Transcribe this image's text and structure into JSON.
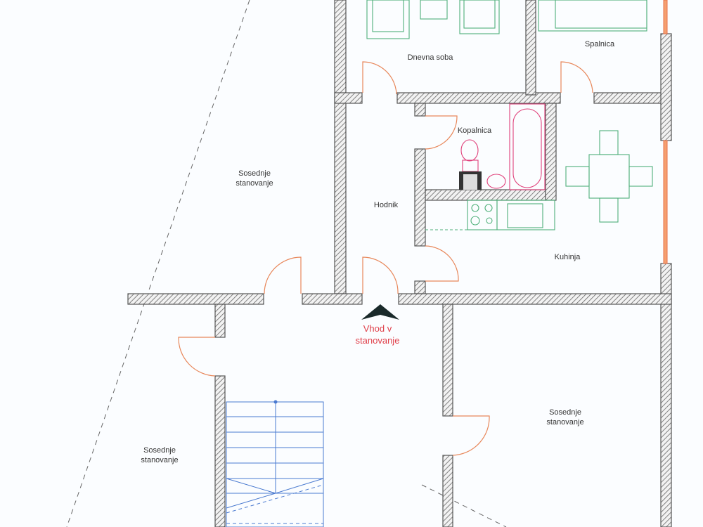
{
  "title": "Tloris stanovanja",
  "rooms": {
    "living": "Dnevna soba",
    "bedroom": "Spalnica",
    "bathroom": "Kopalnica",
    "hallway": "Hodnik",
    "kitchen": "Kuhinja",
    "neighbor_1": [
      "Sosednje",
      "stanovanje"
    ],
    "neighbor_2": [
      "Sosednje",
      "stanovanje"
    ],
    "neighbor_3": [
      "Sosednje",
      "stanovanje"
    ]
  },
  "entrance": [
    "Vhod v",
    "stanovanje"
  ],
  "colors": {
    "wall": "#555555",
    "door": "#e8875a",
    "furniture": "#4fb07a",
    "sanitary": "#e0407a",
    "stairs": "#4a7ad0",
    "entrance_text": "#e0404a"
  }
}
